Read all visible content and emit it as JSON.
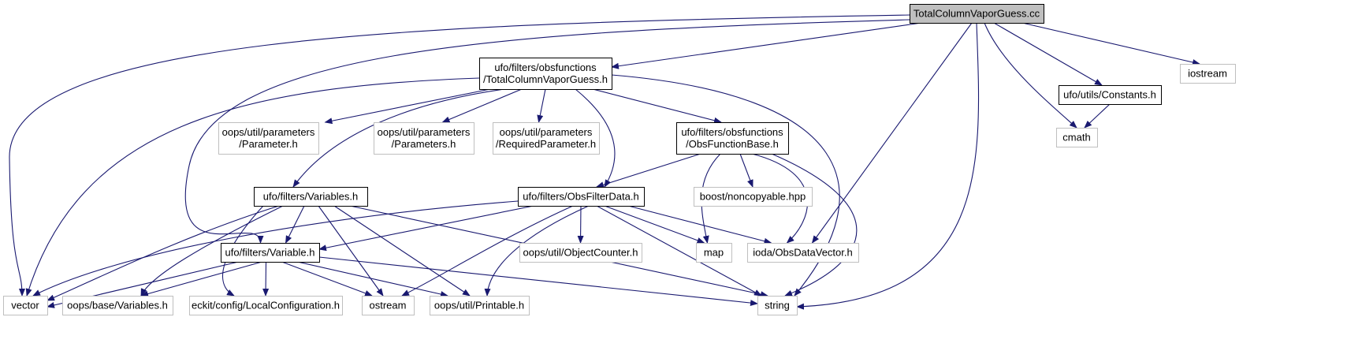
{
  "colors": {
    "edge": "#191970",
    "root_fill": "#bfbfbf",
    "root_stroke": "#000000",
    "doc_stroke": "#000000",
    "ext_stroke": "#bfbfbf",
    "node_fill": "#ffffff"
  },
  "nodes": [
    {
      "id": "root",
      "kind": "root",
      "lines": [
        "TotalColumnVaporGuess.cc"
      ]
    },
    {
      "id": "tcvg_h",
      "kind": "doc",
      "lines": [
        "ufo/filters/obsfunctions",
        "/TotalColumnVaporGuess.h"
      ]
    },
    {
      "id": "constants",
      "kind": "doc",
      "lines": [
        "ufo/utils/Constants.h"
      ]
    },
    {
      "id": "iostream",
      "kind": "ext",
      "lines": [
        "iostream"
      ]
    },
    {
      "id": "cmath",
      "kind": "ext",
      "lines": [
        "cmath"
      ]
    },
    {
      "id": "parameter",
      "kind": "ext",
      "lines": [
        "oops/util/parameters",
        "/Parameter.h"
      ]
    },
    {
      "id": "parameters",
      "kind": "ext",
      "lines": [
        "oops/util/parameters",
        "/Parameters.h"
      ]
    },
    {
      "id": "reqparam",
      "kind": "ext",
      "lines": [
        "oops/util/parameters",
        "/RequiredParameter.h"
      ]
    },
    {
      "id": "obsfuncbase",
      "kind": "doc",
      "lines": [
        "ufo/filters/obsfunctions",
        "/ObsFunctionBase.h"
      ]
    },
    {
      "id": "variables_h",
      "kind": "doc",
      "lines": [
        "ufo/filters/Variables.h"
      ]
    },
    {
      "id": "obsfilterdata",
      "kind": "doc",
      "lines": [
        "ufo/filters/ObsFilterData.h"
      ]
    },
    {
      "id": "noncopyable",
      "kind": "ext",
      "lines": [
        "boost/noncopyable.hpp"
      ]
    },
    {
      "id": "variable_h",
      "kind": "doc",
      "lines": [
        "ufo/filters/Variable.h"
      ]
    },
    {
      "id": "objectcounter",
      "kind": "ext",
      "lines": [
        "oops/util/ObjectCounter.h"
      ]
    },
    {
      "id": "map",
      "kind": "ext",
      "lines": [
        "map"
      ]
    },
    {
      "id": "obsdatavector",
      "kind": "ext",
      "lines": [
        "ioda/ObsDataVector.h"
      ]
    },
    {
      "id": "vector",
      "kind": "ext",
      "lines": [
        "vector"
      ]
    },
    {
      "id": "basevariables",
      "kind": "ext",
      "lines": [
        "oops/base/Variables.h"
      ]
    },
    {
      "id": "localconfig",
      "kind": "ext",
      "lines": [
        "eckit/config/LocalConfiguration.h"
      ]
    },
    {
      "id": "ostream",
      "kind": "ext",
      "lines": [
        "ostream"
      ]
    },
    {
      "id": "printable",
      "kind": "ext",
      "lines": [
        "oops/util/Printable.h"
      ]
    },
    {
      "id": "string",
      "kind": "ext",
      "lines": [
        "string"
      ]
    }
  ],
  "edges": [
    [
      "root",
      "tcvg_h"
    ],
    [
      "root",
      "constants"
    ],
    [
      "root",
      "iostream"
    ],
    [
      "root",
      "cmath"
    ],
    [
      "root",
      "vector"
    ],
    [
      "root",
      "variable_h"
    ],
    [
      "root",
      "obsdatavector"
    ],
    [
      "root",
      "string"
    ],
    [
      "constants",
      "cmath"
    ],
    [
      "tcvg_h",
      "parameter"
    ],
    [
      "tcvg_h",
      "parameters"
    ],
    [
      "tcvg_h",
      "reqparam"
    ],
    [
      "tcvg_h",
      "obsfuncbase"
    ],
    [
      "tcvg_h",
      "variables_h"
    ],
    [
      "tcvg_h",
      "obsfilterdata"
    ],
    [
      "tcvg_h",
      "vector"
    ],
    [
      "tcvg_h",
      "string"
    ],
    [
      "obsfuncbase",
      "obsfilterdata"
    ],
    [
      "obsfuncbase",
      "noncopyable"
    ],
    [
      "obsfuncbase",
      "map"
    ],
    [
      "obsfuncbase",
      "obsdatavector"
    ],
    [
      "obsfuncbase",
      "string"
    ],
    [
      "variables_h",
      "variable_h"
    ],
    [
      "variables_h",
      "vector"
    ],
    [
      "variables_h",
      "basevariables"
    ],
    [
      "variables_h",
      "localconfig"
    ],
    [
      "variables_h",
      "ostream"
    ],
    [
      "variables_h",
      "printable"
    ],
    [
      "variables_h",
      "string"
    ],
    [
      "obsfilterdata",
      "variable_h"
    ],
    [
      "obsfilterdata",
      "objectcounter"
    ],
    [
      "obsfilterdata",
      "map"
    ],
    [
      "obsfilterdata",
      "obsdatavector"
    ],
    [
      "obsfilterdata",
      "vector"
    ],
    [
      "obsfilterdata",
      "ostream"
    ],
    [
      "obsfilterdata",
      "printable"
    ],
    [
      "obsfilterdata",
      "string"
    ],
    [
      "variable_h",
      "vector"
    ],
    [
      "variable_h",
      "basevariables"
    ],
    [
      "variable_h",
      "localconfig"
    ],
    [
      "variable_h",
      "ostream"
    ],
    [
      "variable_h",
      "printable"
    ],
    [
      "variable_h",
      "string"
    ]
  ]
}
